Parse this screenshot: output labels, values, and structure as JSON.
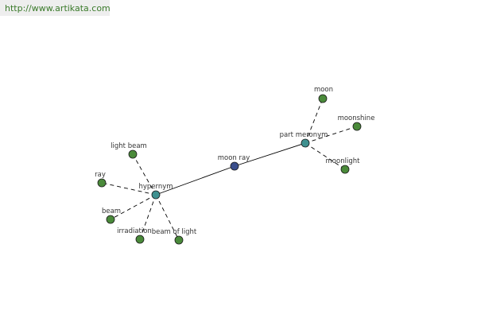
{
  "banner": {
    "url": "http://www.artikata.com"
  },
  "colors": {
    "leaf_node": "#4a8a3a",
    "relation_node": "#3f9190",
    "center_node": "#3a4e8c",
    "edge": "#000000"
  },
  "nodes": [
    {
      "id": "moon-ray",
      "label": "moon ray",
      "kind": "center"
    },
    {
      "id": "hypernym",
      "label": "hypernym",
      "kind": "relation"
    },
    {
      "id": "part-meronym",
      "label": "part meronym",
      "kind": "relation"
    },
    {
      "id": "light-beam",
      "label": "light beam",
      "kind": "leaf"
    },
    {
      "id": "ray",
      "label": "ray",
      "kind": "leaf"
    },
    {
      "id": "beam",
      "label": "beam",
      "kind": "leaf"
    },
    {
      "id": "irradiation",
      "label": "irradiation",
      "kind": "leaf"
    },
    {
      "id": "beam-of-light",
      "label": "beam of light",
      "kind": "leaf"
    },
    {
      "id": "moon",
      "label": "moon",
      "kind": "leaf"
    },
    {
      "id": "moonshine",
      "label": "moonshine",
      "kind": "leaf"
    },
    {
      "id": "moonlight",
      "label": "moonlight",
      "kind": "leaf"
    }
  ],
  "edges": [
    {
      "from": "moon-ray",
      "to": "hypernym",
      "style": "solid"
    },
    {
      "from": "moon-ray",
      "to": "part-meronym",
      "style": "solid"
    },
    {
      "from": "hypernym",
      "to": "light-beam",
      "style": "dashed"
    },
    {
      "from": "hypernym",
      "to": "ray",
      "style": "dashed"
    },
    {
      "from": "hypernym",
      "to": "beam",
      "style": "dashed"
    },
    {
      "from": "hypernym",
      "to": "irradiation",
      "style": "dashed"
    },
    {
      "from": "hypernym",
      "to": "beam-of-light",
      "style": "dashed"
    },
    {
      "from": "part-meronym",
      "to": "moon",
      "style": "dashed"
    },
    {
      "from": "part-meronym",
      "to": "moonshine",
      "style": "dashed"
    },
    {
      "from": "part-meronym",
      "to": "moonlight",
      "style": "dashed"
    }
  ]
}
